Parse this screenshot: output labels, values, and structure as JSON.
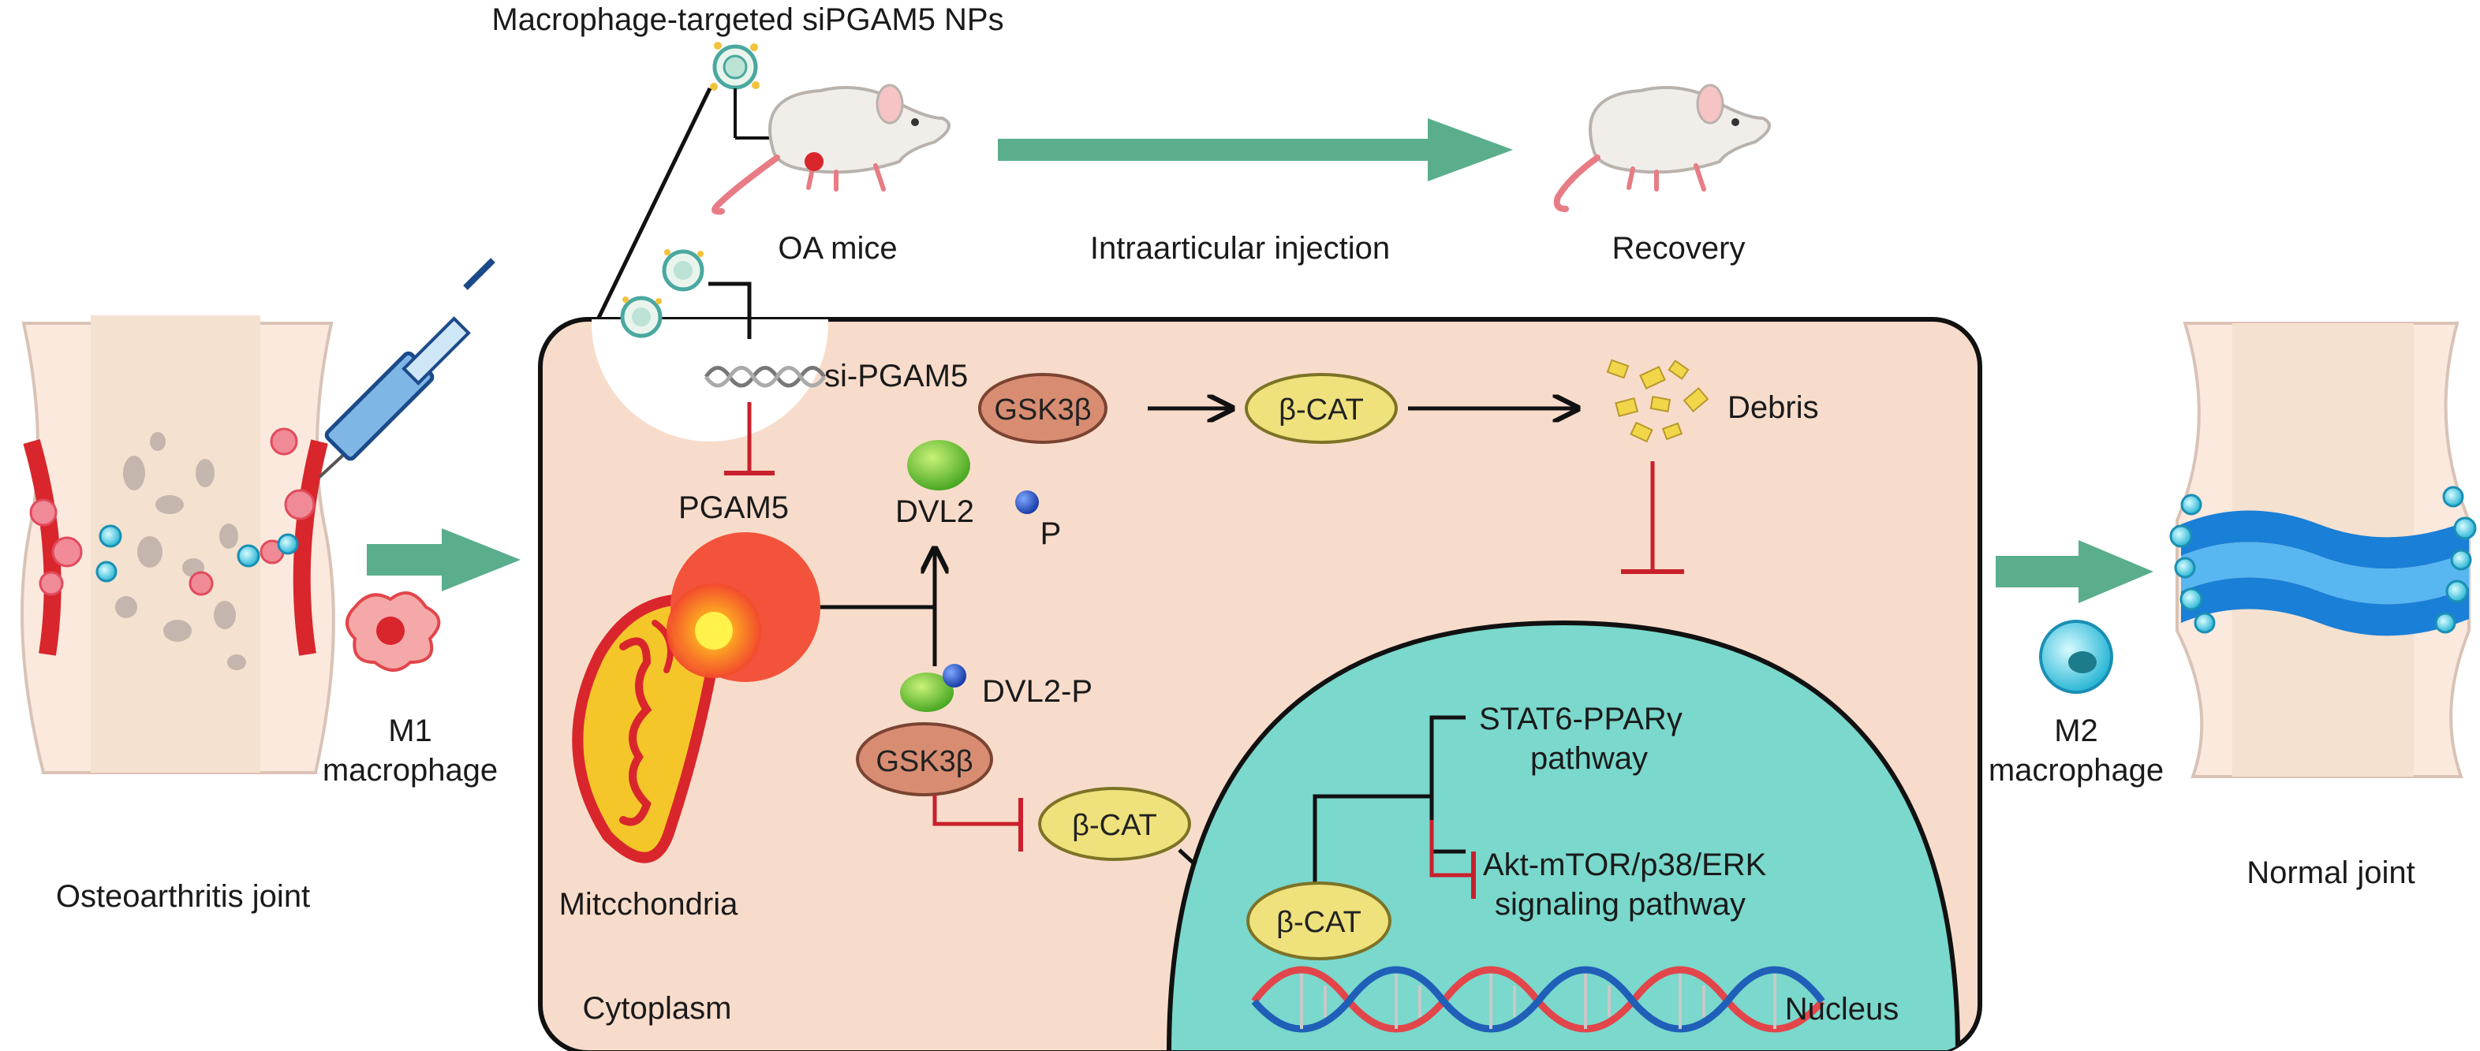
{
  "diagram": {
    "top": {
      "nps_label": "Macrophage-targeted siPGAM5 NPs",
      "oa_mice_label": "OA mice",
      "injection_label": "Intraarticular injection",
      "recovery_label": "Recovery"
    },
    "left": {
      "m1_line1": "M1",
      "m1_line2": "macrophage",
      "joint_label": "Osteoarthritis joint"
    },
    "right": {
      "m2_line1": "M2",
      "m2_line2": "macrophage",
      "joint_label": "Normal joint"
    },
    "cell": {
      "sirna_label": "si-PGAM5",
      "pgam5_label": "PGAM5",
      "dvl2_label": "DVL2",
      "p_label": "P",
      "gsk3b_top_label": "GSK3β",
      "bcat_top_label": "β-CAT",
      "debris_label": "Debris",
      "dvl2p_label": "DVL2-P",
      "gsk3b_bottom_label": "GSK3β",
      "bcat_mid_label": "β-CAT",
      "mito_label": "Mitcchondria",
      "cytoplasm_label": "Cytoplasm"
    },
    "nucleus": {
      "stat6_line1": "STAT6-PPARγ",
      "stat6_line2": "pathway",
      "akt_line1": "Akt-mTOR/p38/ERK",
      "akt_line2": "signaling pathway",
      "bcat_label": "β-CAT",
      "nucleus_label": "Nucleus"
    },
    "colors": {
      "arrow_green": "#5aae8c",
      "inhibit_red": "#c8202c",
      "cytoplasm_fill": "#f8dccb",
      "nucleus_fill": "#7ad8cc",
      "node_ellipse_brown": "#d88d72",
      "node_ellipse_yellow": "#efe27c"
    }
  }
}
